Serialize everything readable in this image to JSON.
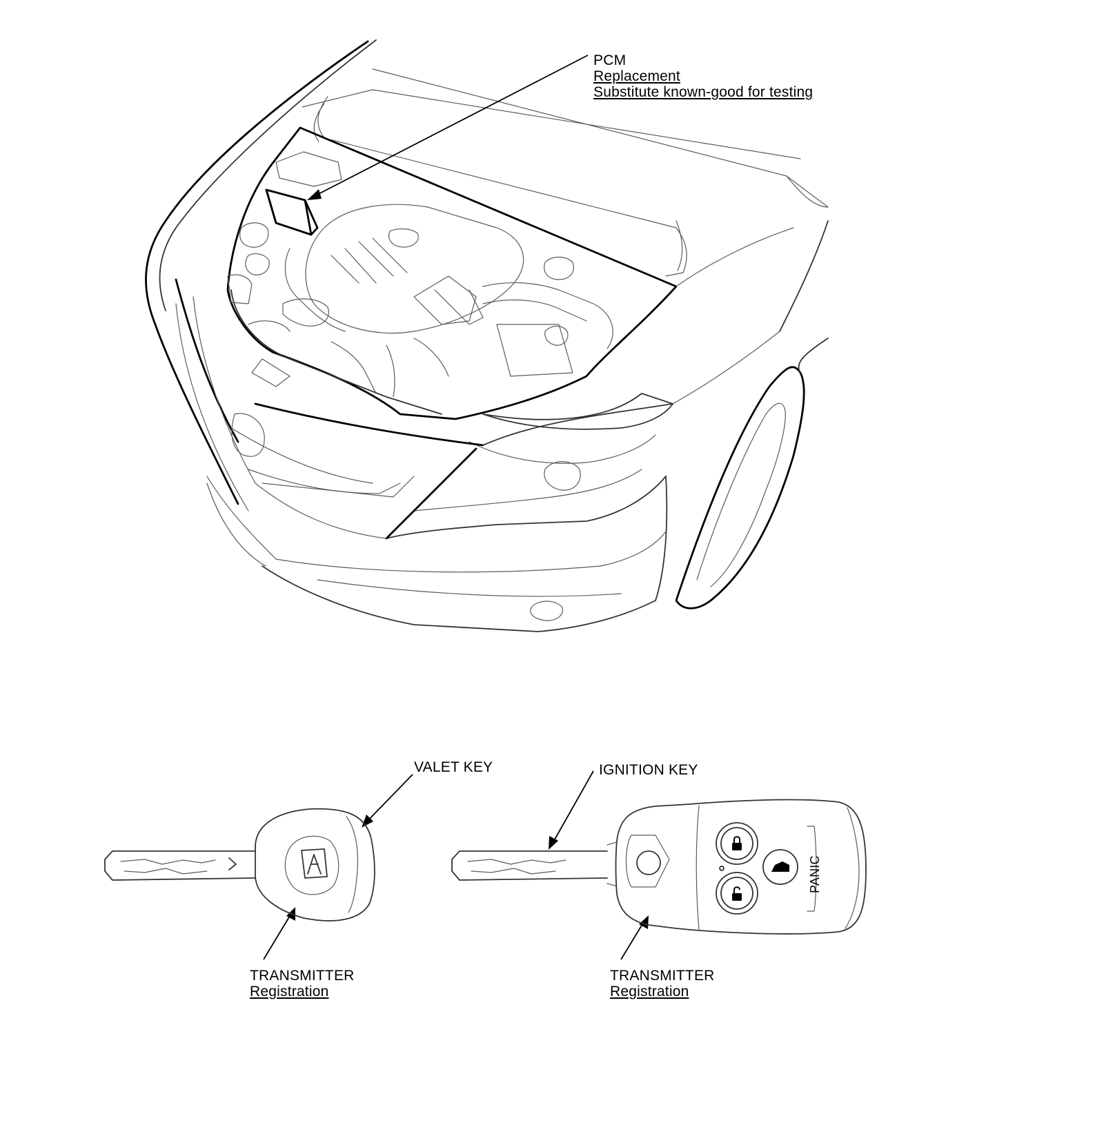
{
  "callouts": {
    "pcm": {
      "title": "PCM",
      "link1": "Replacement",
      "link2": "Substitute known-good for testing"
    },
    "valet_key": {
      "title": "VALET KEY"
    },
    "ignition_key": {
      "title": "IGNITION KEY"
    },
    "valet_transmitter": {
      "title": "TRANSMITTER",
      "link": "Registration"
    },
    "ignition_transmitter": {
      "title": "TRANSMITTER",
      "link": "Registration"
    }
  },
  "fob": {
    "panic_label": "PANIC"
  }
}
